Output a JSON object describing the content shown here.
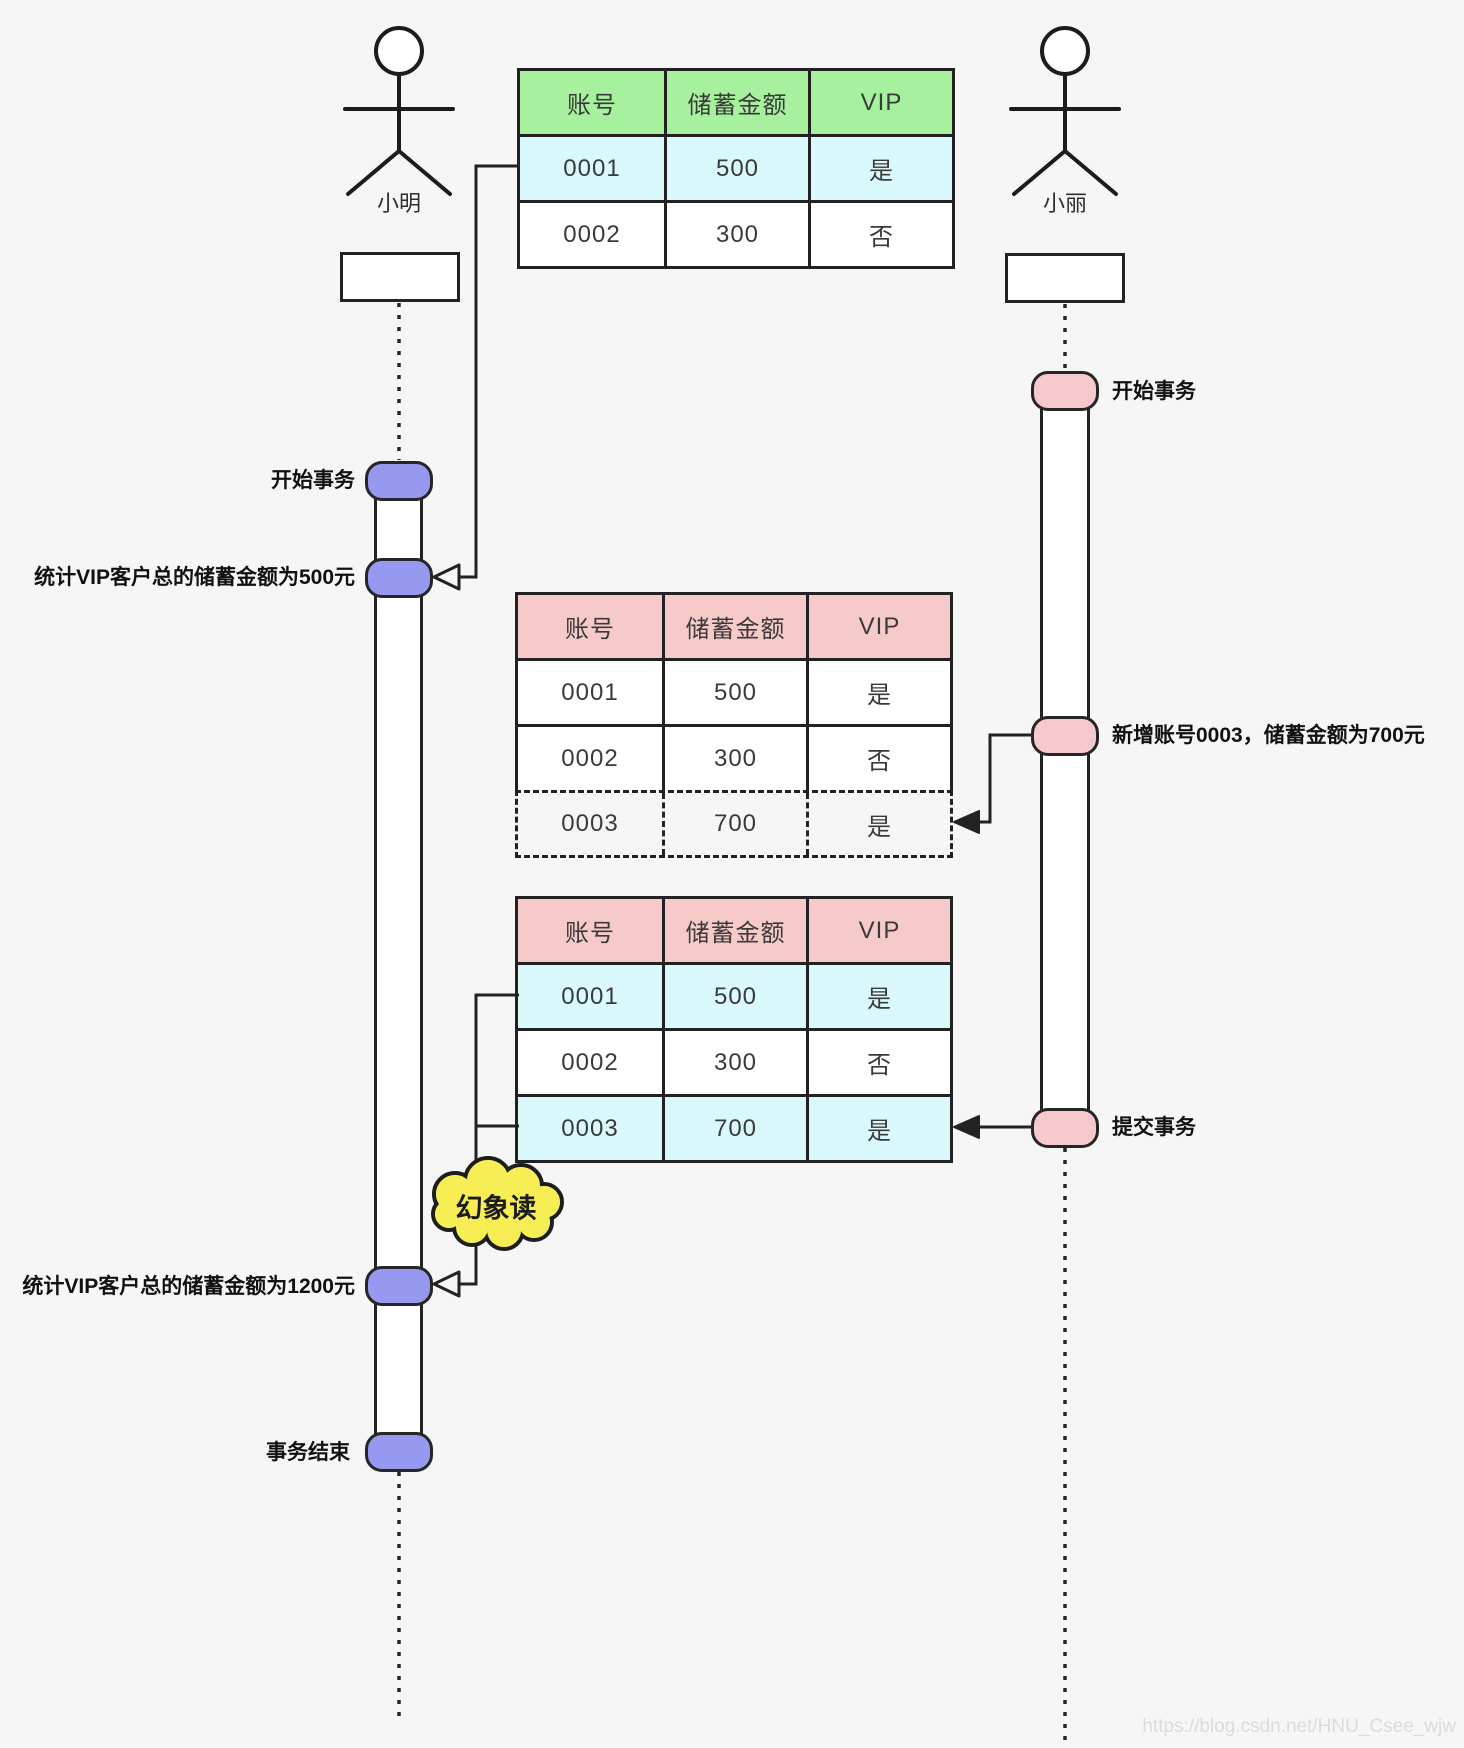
{
  "colors": {
    "bg": "#f6f6f6",
    "table_green": "#a7f19e",
    "table_pink": "#f7caca",
    "row_cyan": "#daf9fc",
    "row_white": "#ffffff",
    "node_purple": "#9699ef",
    "node_pink": "#f6c9cd",
    "cloud_yellow": "#f7ee55",
    "line": "#222222",
    "label": "#111111",
    "watermark": "#dbdbdb"
  },
  "actors": {
    "left": {
      "label": "小明"
    },
    "right": {
      "label": "小丽"
    }
  },
  "tables": [
    {
      "name": "initial-accounts",
      "header": [
        "账号",
        "储蓄金额",
        "VIP"
      ],
      "rows": [
        {
          "cells": [
            "0001",
            "500",
            "是"
          ],
          "highlight": true
        },
        {
          "cells": [
            "0002",
            "300",
            "否"
          ],
          "highlight": false
        }
      ]
    },
    {
      "name": "accounts-after-insert",
      "header": [
        "账号",
        "储蓄金额",
        "VIP"
      ],
      "rows": [
        {
          "cells": [
            "0001",
            "500",
            "是"
          ],
          "highlight": false
        },
        {
          "cells": [
            "0002",
            "300",
            "否"
          ],
          "highlight": false
        }
      ],
      "dashed_row": {
        "cells": [
          "0003",
          "700",
          "是"
        ]
      }
    },
    {
      "name": "accounts-phantom-read",
      "header": [
        "账号",
        "储蓄金额",
        "VIP"
      ],
      "rows": [
        {
          "cells": [
            "0001",
            "500",
            "是"
          ],
          "highlight": true
        },
        {
          "cells": [
            "0002",
            "300",
            "否"
          ],
          "highlight": false
        },
        {
          "cells": [
            "0003",
            "700",
            "是"
          ],
          "highlight": true
        }
      ]
    }
  ],
  "messages": {
    "left": [
      {
        "label": "开始事务"
      },
      {
        "label": "统计VIP客户总的储蓄金额为500元"
      },
      {
        "label": "统计VIP客户总的储蓄金额为1200元"
      },
      {
        "label": "事务结束"
      }
    ],
    "right": [
      {
        "label": "开始事务"
      },
      {
        "label": "新增账号0003，储蓄金额为700元"
      },
      {
        "label": "提交事务"
      }
    ]
  },
  "annotation": {
    "cloud_label": "幻象读"
  },
  "watermark": "https://blog.csdn.net/HNU_Csee_wjw"
}
